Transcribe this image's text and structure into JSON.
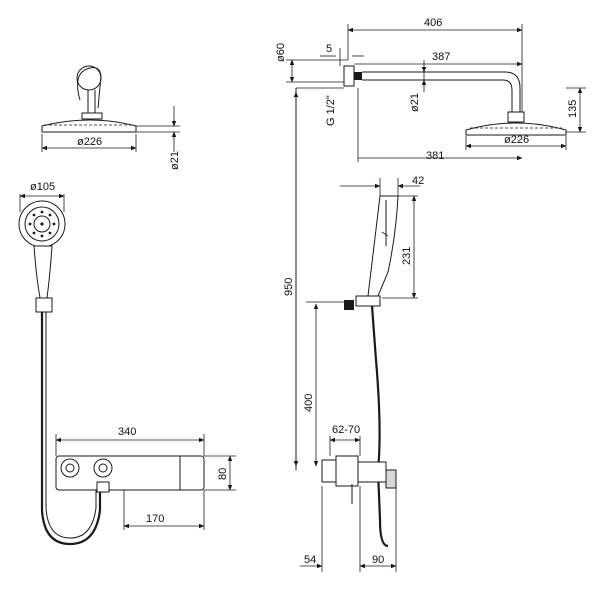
{
  "dimensions": {
    "showerhead_top_dia": "ø226",
    "showerhead_top_pipe": "ø21",
    "handshower_dia": "ø105",
    "mixer_width": "340",
    "mixer_height": "80",
    "mixer_offset": "170",
    "arm_length": "406",
    "arm_wall_dia": "ø60",
    "arm_offset": "5",
    "arm_inner": "387",
    "arm_pipe": "ø21",
    "arm_thread": "G 1/2\"",
    "arm_drop": "135",
    "arm_reach": "381",
    "head_side_dia": "ø226",
    "hand_width": "42",
    "hand_length": "231",
    "total_height": "950",
    "holder_height": "400",
    "valve_range": "62-70",
    "wall_depth": "54",
    "mixer_depth": "90"
  },
  "colors": {
    "line": "#1a1a1a",
    "background": "#ffffff",
    "fill_grey": "#d8d8d8"
  }
}
